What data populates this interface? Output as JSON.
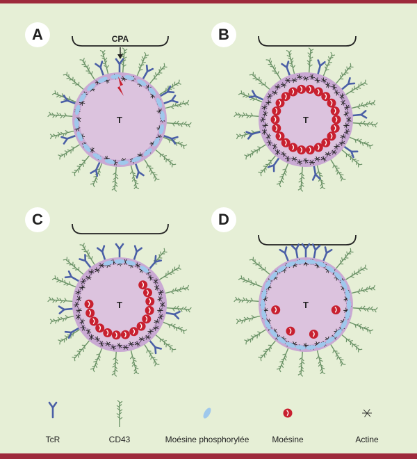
{
  "panels": [
    {
      "id": "A",
      "letter": "A",
      "bracket_label": "CPA",
      "cell_label": "T",
      "variant": "A"
    },
    {
      "id": "B",
      "letter": "B",
      "bracket_label": "",
      "cell_label": "T",
      "variant": "B"
    },
    {
      "id": "C",
      "letter": "C",
      "bracket_label": "",
      "cell_label": "T",
      "variant": "C"
    },
    {
      "id": "D",
      "letter": "D",
      "bracket_label": "",
      "cell_label": "T",
      "variant": "D"
    }
  ],
  "legend": [
    {
      "key": "tcr",
      "label": "TcR",
      "icon": "tcr-icon"
    },
    {
      "key": "cd43",
      "label": "CD43",
      "icon": "cd43-icon"
    },
    {
      "key": "phospho",
      "label": "Moésine phosphorylée",
      "icon": "phospho-moesin-icon"
    },
    {
      "key": "moesin",
      "label": "Moésine",
      "icon": "moesin-icon"
    },
    {
      "key": "actin",
      "label": "Actine",
      "icon": "actin-icon"
    }
  ],
  "colors": {
    "background": "#e6efd6",
    "frame": "#9e2a3c",
    "cell_fill": "#dcc3de",
    "cortex": "#c9a9d3",
    "tcr": "#4a5fa6",
    "cd43": "#6a9266",
    "phospho_moesin": "#9fc8ec",
    "moesin": "#c8202f",
    "actin": "#222222",
    "circle_badge": "#ffffff"
  }
}
